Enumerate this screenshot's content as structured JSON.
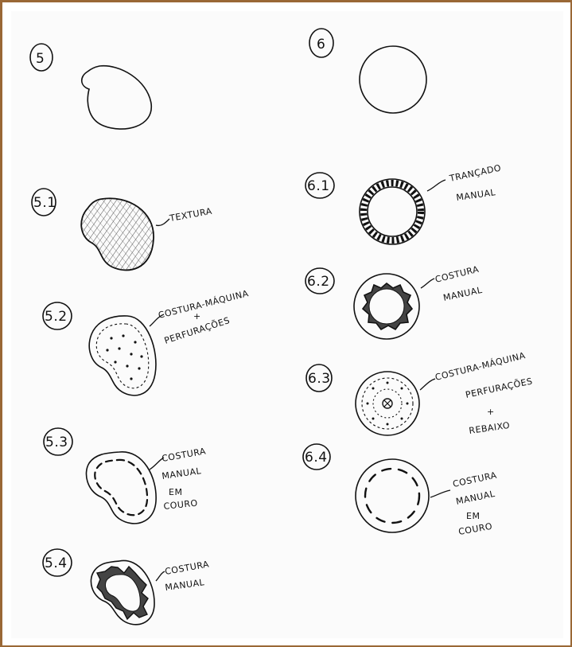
{
  "sketch": {
    "items": [
      {
        "id": "5",
        "labels": []
      },
      {
        "id": "5.1",
        "labels": [
          "TEXTURA"
        ]
      },
      {
        "id": "5.2",
        "labels": [
          "COSTURA-MÁQUINA",
          "+",
          "PERFURAÇÕES"
        ]
      },
      {
        "id": "5.3",
        "labels": [
          "COSTURA",
          "MANUAL",
          "EM",
          "COURO"
        ]
      },
      {
        "id": "5.4",
        "labels": [
          "COSTURA",
          "MANUAL"
        ]
      },
      {
        "id": "6",
        "labels": []
      },
      {
        "id": "6.1",
        "labels": [
          "TRANÇADO",
          "MANUAL"
        ]
      },
      {
        "id": "6.2",
        "labels": [
          "COSTURA",
          "MANUAL"
        ]
      },
      {
        "id": "6.3",
        "labels": [
          "COSTURA-MÁQUINA",
          "PERFURAÇÕES",
          "+",
          "REBAIXO"
        ]
      },
      {
        "id": "6.4",
        "labels": [
          "COSTURA",
          "MANUAL",
          "EM",
          "COURO"
        ]
      }
    ]
  },
  "colors": {
    "frame": "#9a6836",
    "ink": "#111111",
    "paper": "#fbfbfb"
  }
}
